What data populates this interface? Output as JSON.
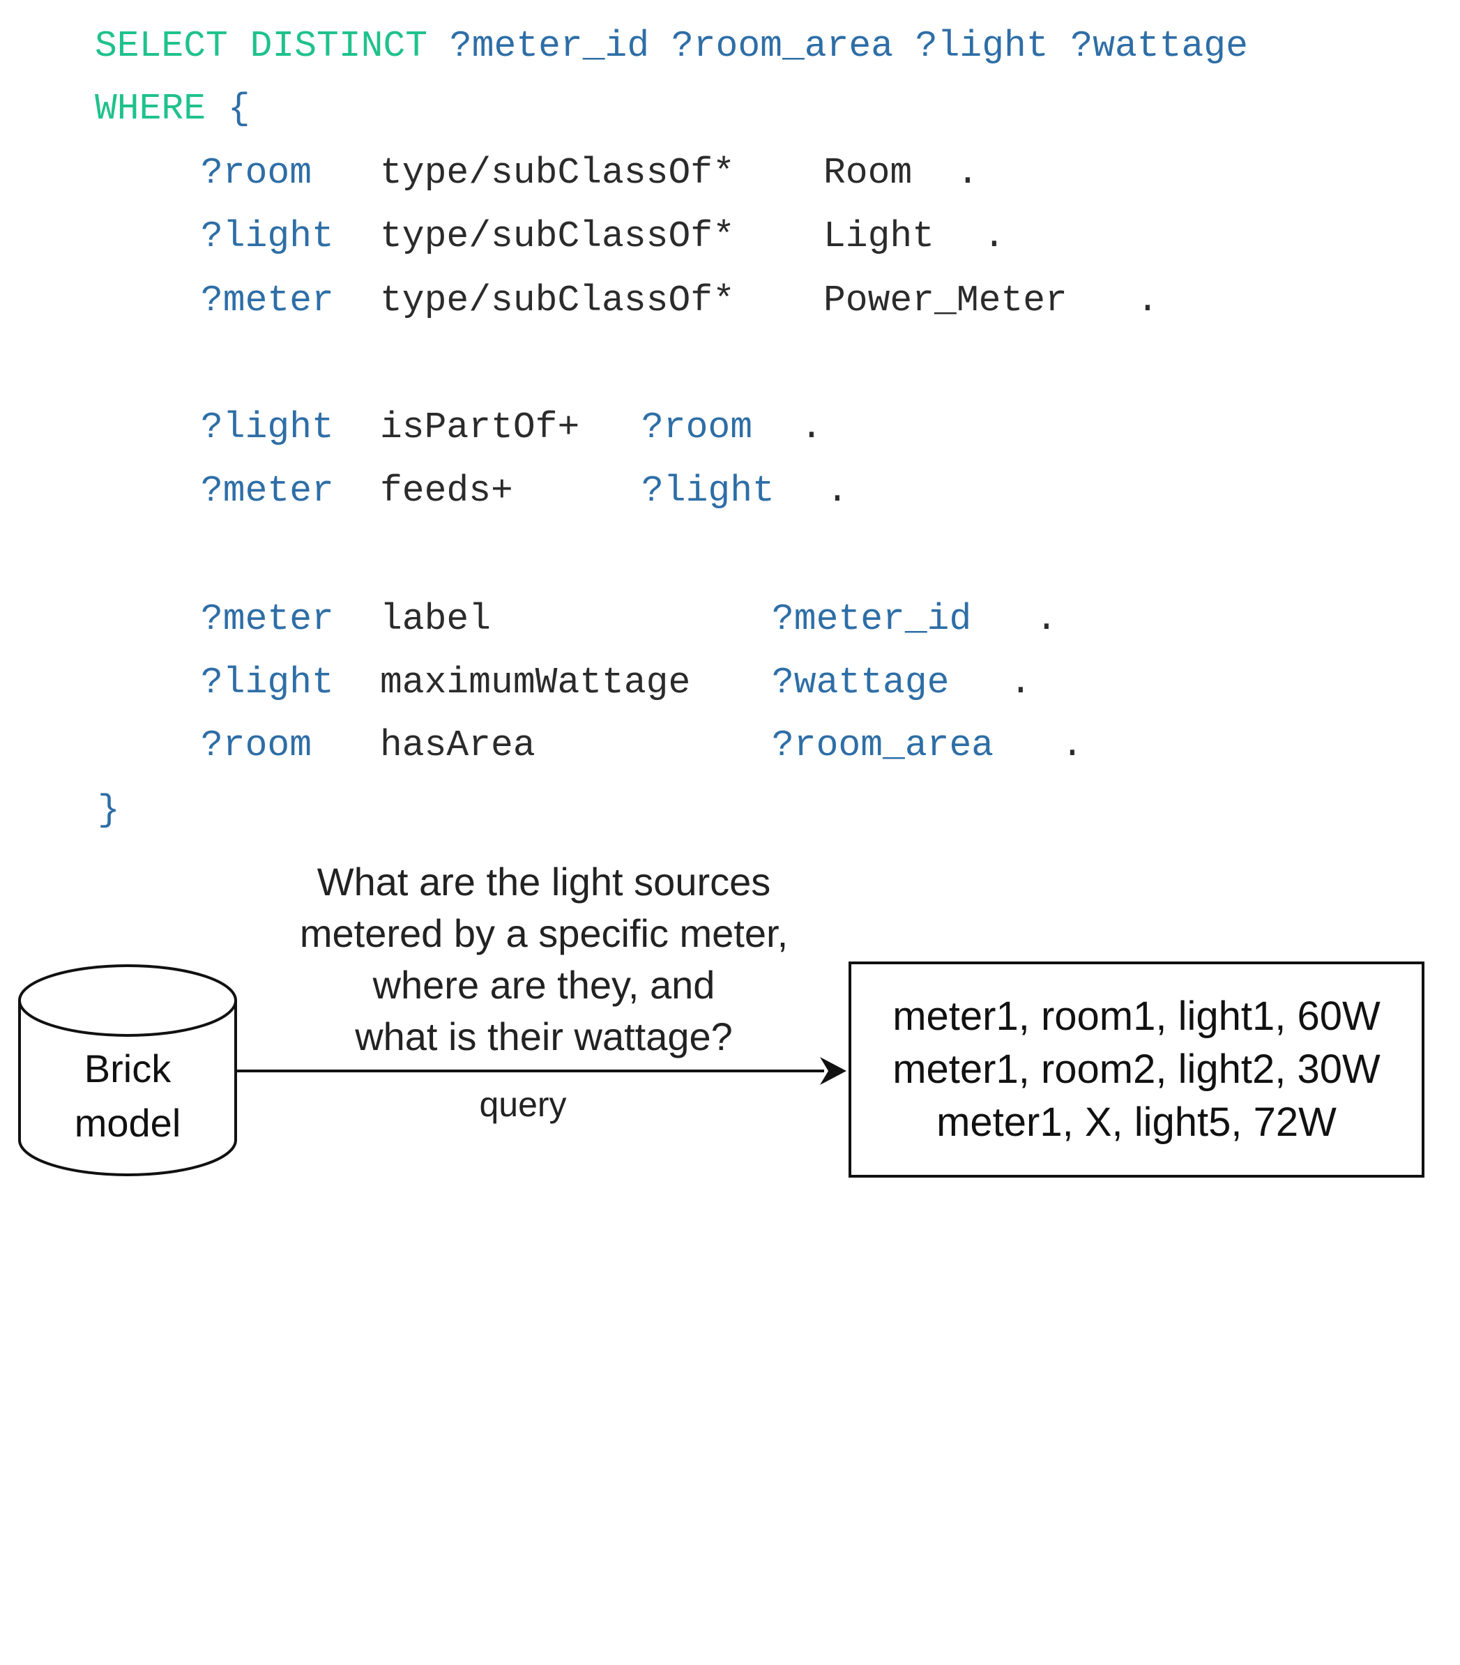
{
  "query": {
    "select_keyword": "SELECT DISTINCT",
    "select_vars": "?meter_id ?room_area ?light ?wattage",
    "where_keyword": "WHERE",
    "open_brace": "{",
    "close_brace": "}",
    "triples": [
      {
        "subject": "?room",
        "predicate": "type/subClassOf*",
        "object": "Room",
        "end": "."
      },
      {
        "subject": "?light",
        "predicate": "type/subClassOf*",
        "object": "Light",
        "end": "."
      },
      {
        "subject": "?meter",
        "predicate": "type/subClassOf*",
        "object": "Power_Meter",
        "end": "."
      },
      {
        "subject": "?light",
        "predicate": "isPartOf+",
        "object": "?room",
        "end": "."
      },
      {
        "subject": "?meter",
        "predicate": "feeds+",
        "object": "?light",
        "end": "."
      },
      {
        "subject": "?meter",
        "predicate": "label",
        "object": "?meter_id",
        "end": "."
      },
      {
        "subject": "?light",
        "predicate": "maximumWattage",
        "object": "?wattage",
        "end": "."
      },
      {
        "subject": "?room",
        "predicate": "hasArea",
        "object": "?room_area",
        "end": "."
      }
    ]
  },
  "diagram": {
    "database_label": [
      "Brick",
      "model"
    ],
    "question_lines": [
      "What are the light sources",
      "metered by a specific meter,",
      "where are they, and",
      "what is their wattage?"
    ],
    "arrow_label": "query",
    "results": [
      "meter1, room1, light1, 60W",
      "meter1, room2, light2, 30W",
      "meter1, X, light5, 72W"
    ]
  },
  "colors": {
    "keyword": "#1fc28a",
    "variable": "#2e6ea6",
    "text": "#2b2b2b"
  }
}
